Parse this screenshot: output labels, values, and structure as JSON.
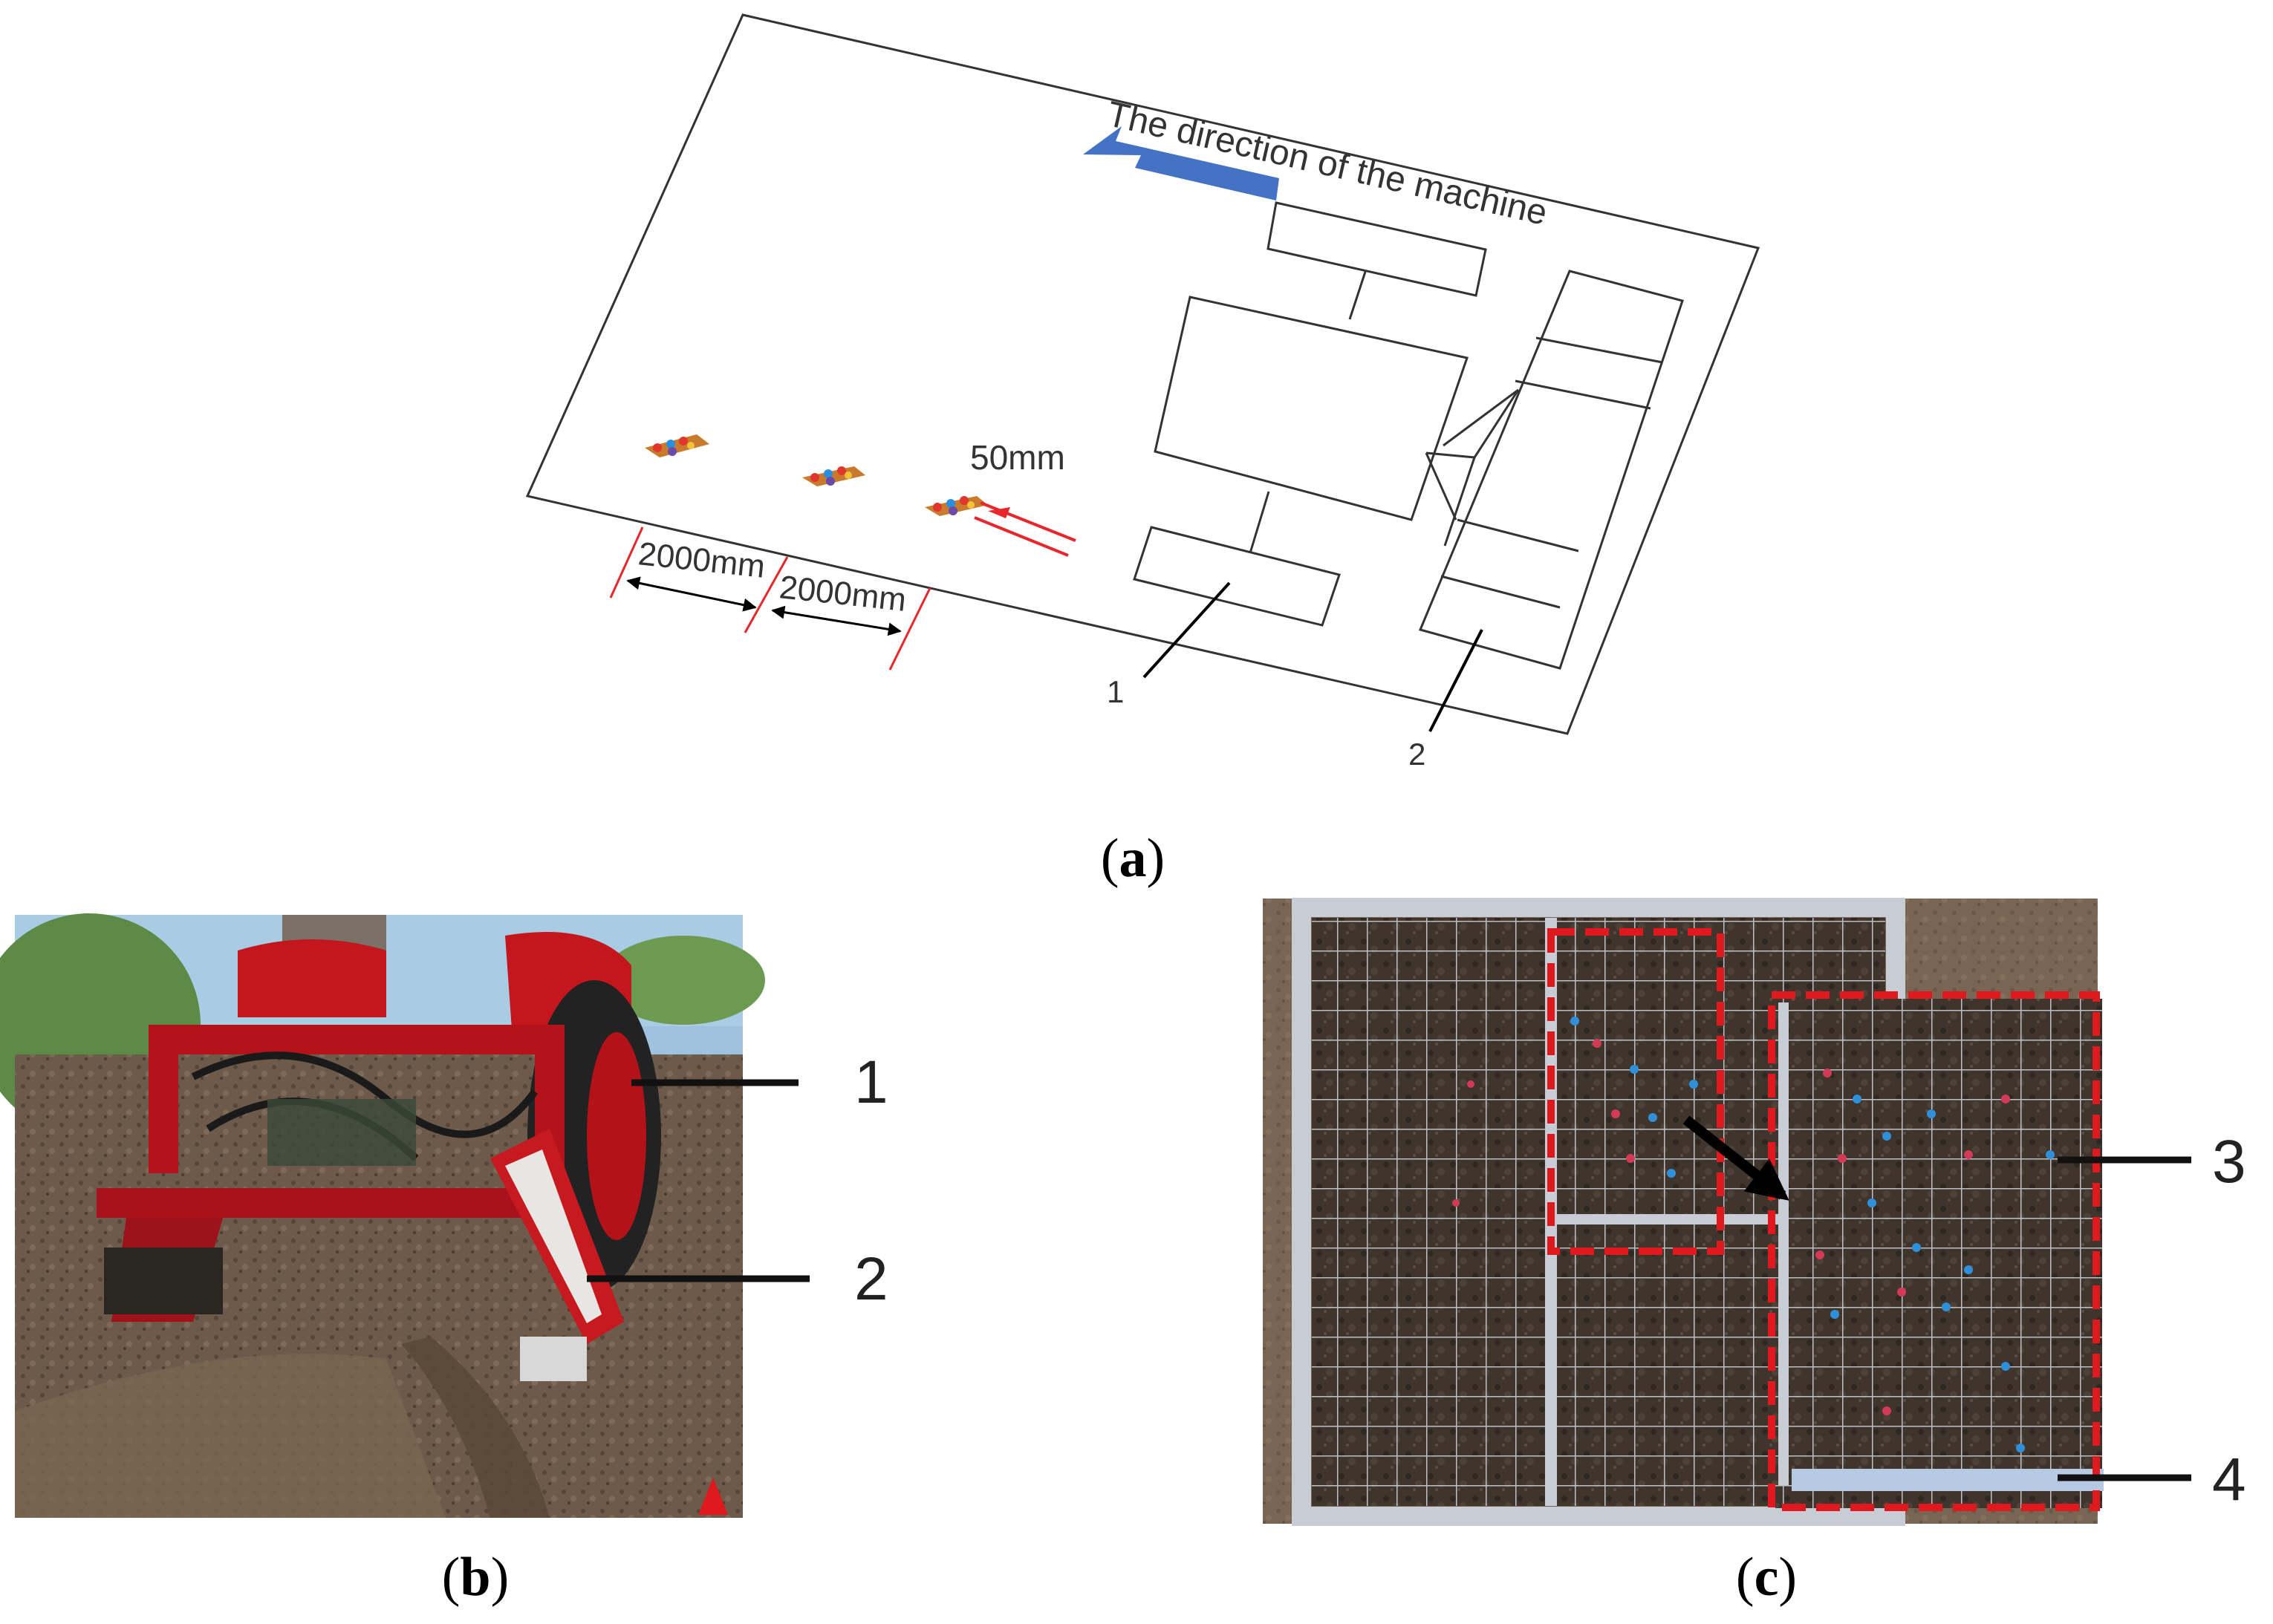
{
  "figure": {
    "panel_a": {
      "direction_label": "The direction of the machine",
      "gap_label": "50mm",
      "distance_label_1": "2000mm",
      "distance_label_2": "2000mm",
      "callout_1": "1",
      "callout_2": "2",
      "caption_letter": "a"
    },
    "panel_b": {
      "callout_1": "1",
      "callout_2": "2",
      "caption_letter": "b"
    },
    "panel_c": {
      "callout_3": "3",
      "callout_4": "4",
      "caption_letter": "c"
    }
  },
  "colors": {
    "arrow_blue": "#4472c4",
    "marker_red": "#e8262b",
    "dashed_box_red": "#e0191e",
    "tractor_red": "#b3141b",
    "soil_brown": "#6b5848",
    "grid_frame": "#c8ccd4"
  }
}
